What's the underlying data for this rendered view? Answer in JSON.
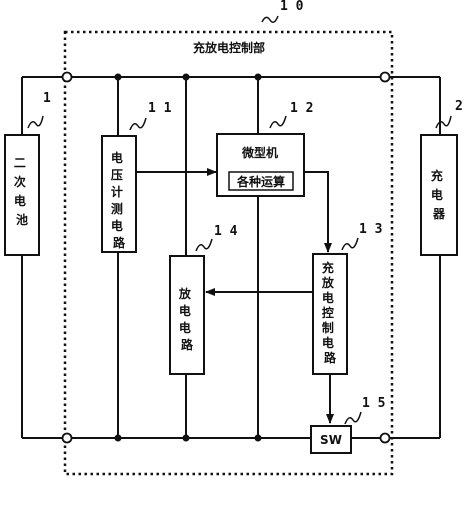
{
  "control_unit": {
    "ref": "1 0",
    "title": "充放电控制部"
  },
  "blocks": {
    "battery": {
      "ref": "1",
      "label": "二次电池"
    },
    "charger": {
      "ref": "2",
      "label": "充电器"
    },
    "voltage_meter": {
      "ref": "1 1",
      "label": "电压计测电路"
    },
    "microcomputer": {
      "ref": "1 2",
      "label": "微型机",
      "sub_label": "各种运算"
    },
    "charge_discharge_ctrl": {
      "ref": "1 3",
      "label": "充放电控制电路"
    },
    "discharge_circuit": {
      "ref": "1 4",
      "label": "放电电路"
    },
    "switch": {
      "ref": "1 5",
      "label": "SW"
    }
  }
}
